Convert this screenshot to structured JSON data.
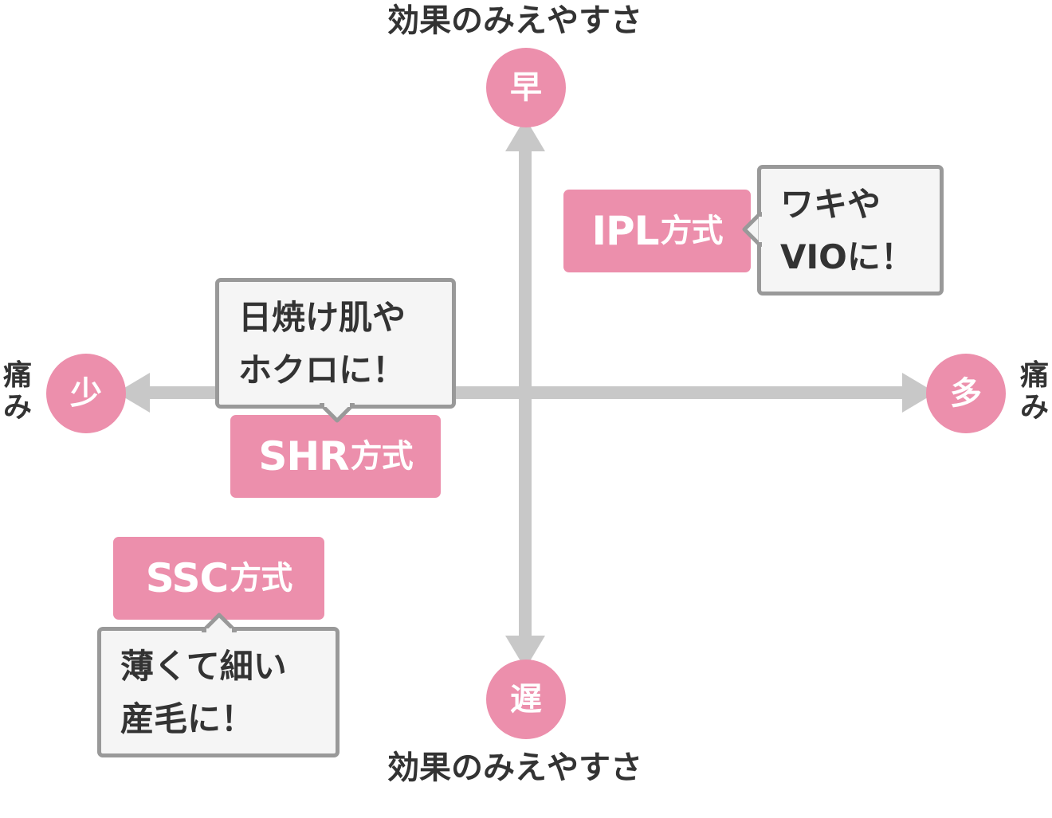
{
  "axes": {
    "vertical": {
      "label_top": "効果のみえやすさ",
      "label_bottom": "効果のみえやすさ",
      "top_end": "早",
      "bottom_end": "遅"
    },
    "horizontal": {
      "label_left": "痛み",
      "label_right": "痛み",
      "left_end": "少",
      "right_end": "多"
    }
  },
  "methods": [
    {
      "id": "ipl",
      "name": "IPL",
      "suffix": "方式",
      "note_lines": [
        "ワキや",
        "VIOに！"
      ],
      "quadrant": "top-right"
    },
    {
      "id": "shr",
      "name": "SHR",
      "suffix": "方式",
      "note_lines": [
        "日焼け肌や",
        "ホクロに！"
      ],
      "quadrant": "center-left"
    },
    {
      "id": "ssc",
      "name": "SSC",
      "suffix": "方式",
      "note_lines": [
        "薄くて細い",
        "産毛に！"
      ],
      "quadrant": "bottom-left"
    }
  ],
  "colors": {
    "accent_pink": "#ec8fac",
    "axis_gray": "#c8c8c8",
    "bubble_border": "#999999",
    "bubble_fill": "#f5f5f5",
    "text_dark": "#333333"
  }
}
